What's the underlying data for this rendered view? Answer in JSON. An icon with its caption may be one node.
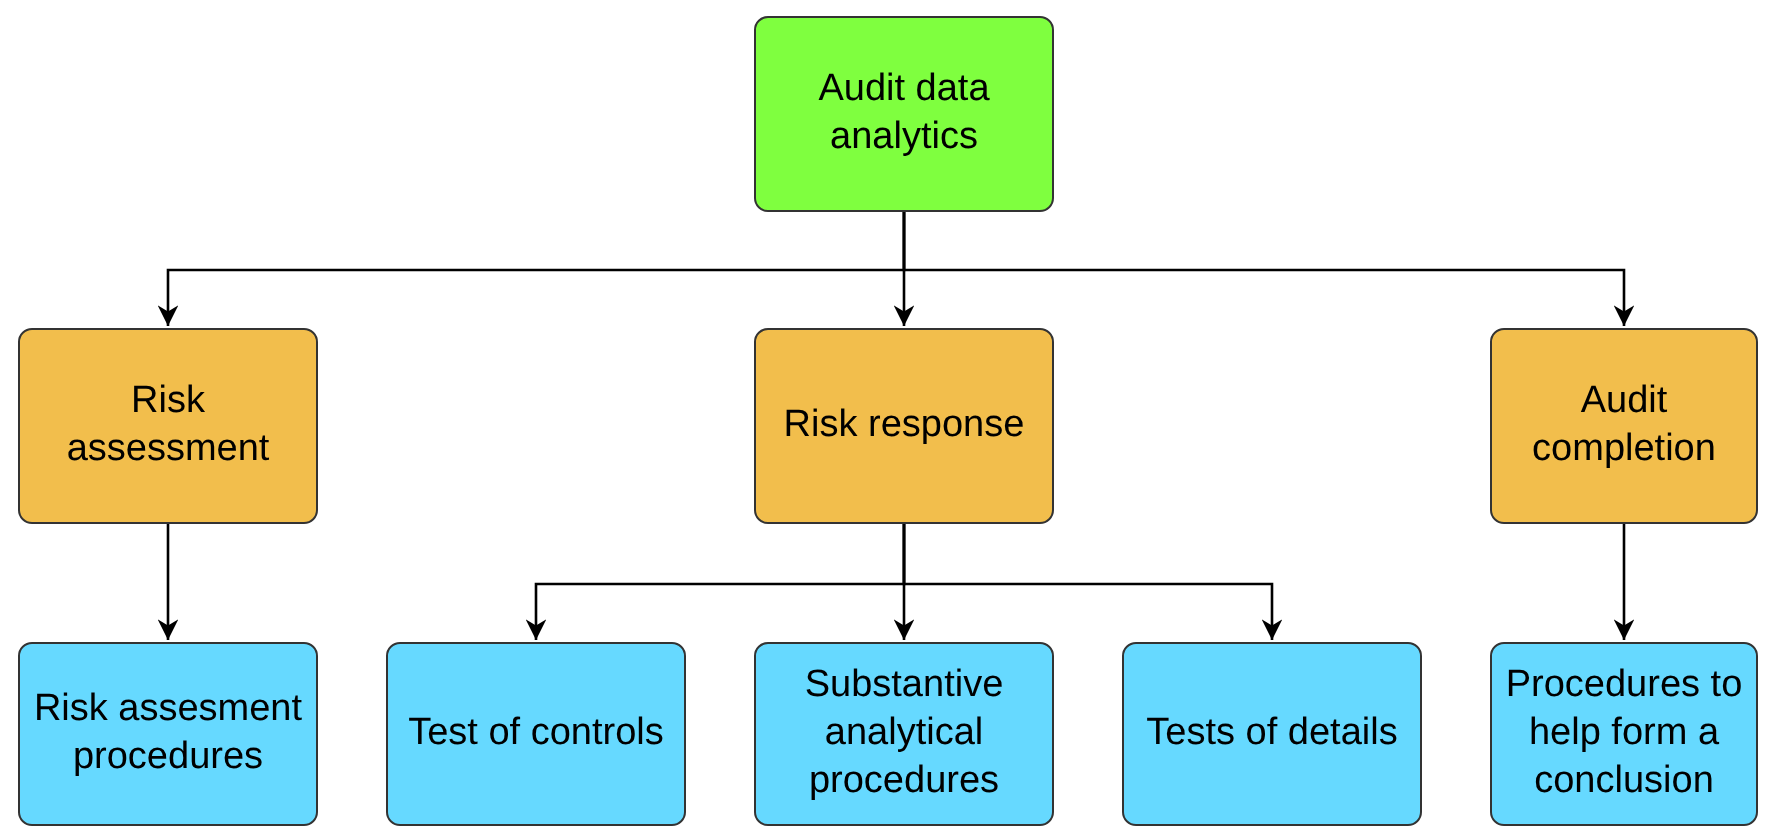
{
  "diagram": {
    "nodes": [
      {
        "text": [
          "Audit data analytics"
        ]
      },
      {
        "text": [
          "Risk assessment"
        ]
      },
      {
        "text": [
          "Risk response"
        ]
      },
      {
        "text": [
          "Audit completion"
        ]
      },
      {
        "text": [
          "Risk assesment procedures"
        ]
      },
      {
        "text": [
          "Test of controls"
        ]
      },
      {
        "text": [
          "Substantive analytical procedures"
        ]
      },
      {
        "text": [
          "Tests of details"
        ]
      },
      {
        "text": [
          "Procedures to help form a conclusion"
        ]
      }
    ],
    "edges": [
      {
        "from": 0,
        "to": 1,
        "arrow": "to"
      },
      {
        "from": 0,
        "to": 2,
        "arrow": "to"
      },
      {
        "from": 0,
        "to": 3,
        "arrow": "to"
      },
      {
        "from": 1,
        "to": 4,
        "arrow": "to"
      },
      {
        "from": 2,
        "to": 5,
        "arrow": "to"
      },
      {
        "from": 2,
        "to": 6,
        "arrow": "to"
      },
      {
        "from": 2,
        "to": 7,
        "arrow": "to"
      },
      {
        "from": 3,
        "to": 8,
        "arrow": "to"
      }
    ]
  }
}
